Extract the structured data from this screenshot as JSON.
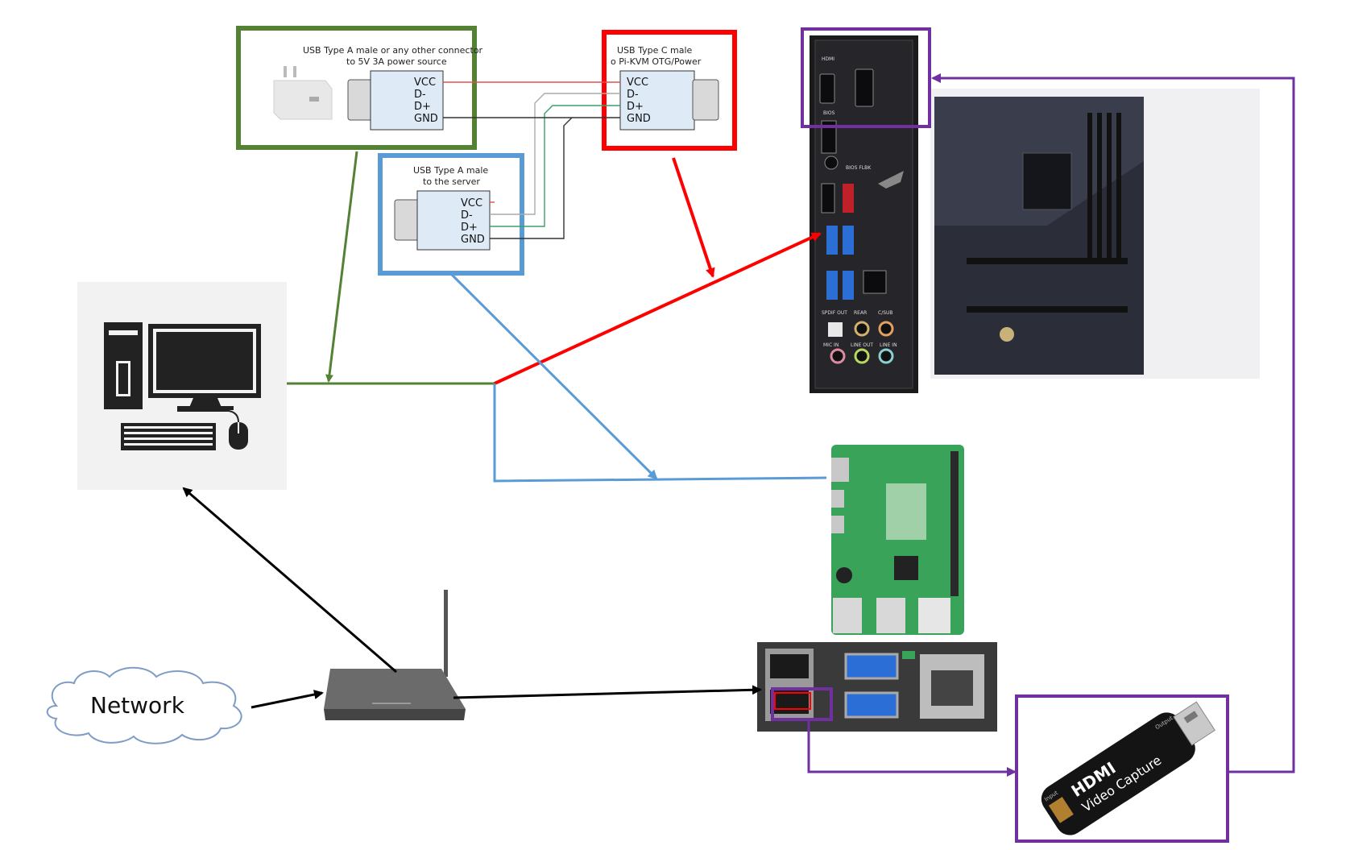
{
  "colors": {
    "green": "#548235",
    "red": "#ff0000",
    "blue": "#5b9bd5",
    "purple": "#7030a0",
    "black": "#000000"
  },
  "power_box": {
    "label_line1": "USB Type A male or any other connector",
    "label_line2": "to 5V 3A power source",
    "pins": [
      "VCC",
      "D-",
      "D+",
      "GND"
    ]
  },
  "pikvm_box": {
    "label_line1": "USB Type C male",
    "label_line2": "o Pi-KVM OTG/Power",
    "pins": [
      "VCC",
      "D-",
      "D+",
      "GND"
    ]
  },
  "server_box": {
    "label_line1": "USB Type A male",
    "label_line2": "to the server",
    "pins": [
      "VCC",
      "D-",
      "D+",
      "GND"
    ]
  },
  "network": {
    "label": "Network"
  },
  "motherboard_io": {
    "labels": [
      "HDMI",
      "BIOS",
      "BIOS FLBK",
      "SPDIF OUT",
      "REAR",
      "C/SUB",
      "MIC IN",
      "LINE OUT",
      "LINE IN"
    ]
  },
  "capture_dongle": {
    "brand": "HDMI",
    "text": "Video Capture",
    "input_label": "Input",
    "output_label": "Output"
  },
  "icons": [
    "power-adapter-icon",
    "desktop-computer-icon",
    "router-icon",
    "cloud-icon",
    "motherboard-icon",
    "raspberry-pi-icon",
    "hdmi-capture-icon"
  ]
}
